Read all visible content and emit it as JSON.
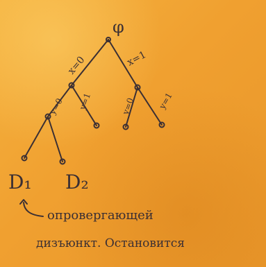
{
  "note": {
    "root_label": "φ",
    "edge_labels": {
      "left_top": "x=0",
      "right_top": "x=1",
      "left_left": "y=0",
      "left_right": "y=1",
      "right_left": "y=0",
      "right_right": "y=1"
    },
    "leaf_labels": {
      "d1": "D₁",
      "d2": "D₂"
    },
    "caption_line1": "опровергающей",
    "caption_line2": "дизъюнкт. Остановится"
  }
}
